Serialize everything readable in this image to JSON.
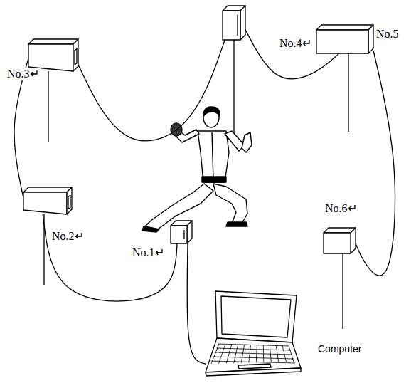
{
  "diagram": {
    "nodes": [
      {
        "text": [
          "No.3↵"
        ]
      },
      {
        "text": [
          "No.4↵"
        ]
      },
      {
        "text": [
          "No.5"
        ]
      },
      {
        "text": [
          "No.2↵"
        ]
      },
      {
        "text": [
          "No.1↵"
        ]
      },
      {
        "text": [
          "No.6↵"
        ]
      },
      {
        "text": [
          "Computer"
        ]
      }
    ],
    "edges": [
      {
        "from": 0,
        "to": 1,
        "arrow": "none"
      },
      {
        "from": 1,
        "to": 2,
        "arrow": "none"
      },
      {
        "from": 2,
        "to": 5,
        "arrow": "none"
      },
      {
        "from": 0,
        "to": 3,
        "arrow": "none"
      },
      {
        "from": 3,
        "to": 4,
        "arrow": "none"
      },
      {
        "from": 4,
        "to": 6,
        "arrow": "none"
      }
    ]
  }
}
